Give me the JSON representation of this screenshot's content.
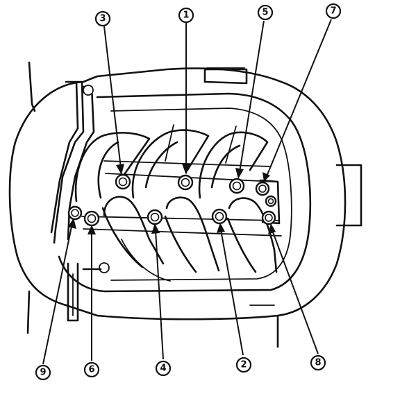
{
  "diagram": {
    "type": "intake-manifold-bolt-tightening-sequence",
    "callouts": [
      {
        "id": "c1",
        "label": "1"
      },
      {
        "id": "c2",
        "label": "2"
      },
      {
        "id": "c3",
        "label": "3"
      },
      {
        "id": "c4",
        "label": "4"
      },
      {
        "id": "c5",
        "label": "5"
      },
      {
        "id": "c6",
        "label": "6"
      },
      {
        "id": "c7",
        "label": "7"
      },
      {
        "id": "c8",
        "label": "8"
      },
      {
        "id": "c9",
        "label": "9"
      }
    ],
    "colors": {
      "ink": "#111111",
      "background": "#ffffff"
    }
  }
}
